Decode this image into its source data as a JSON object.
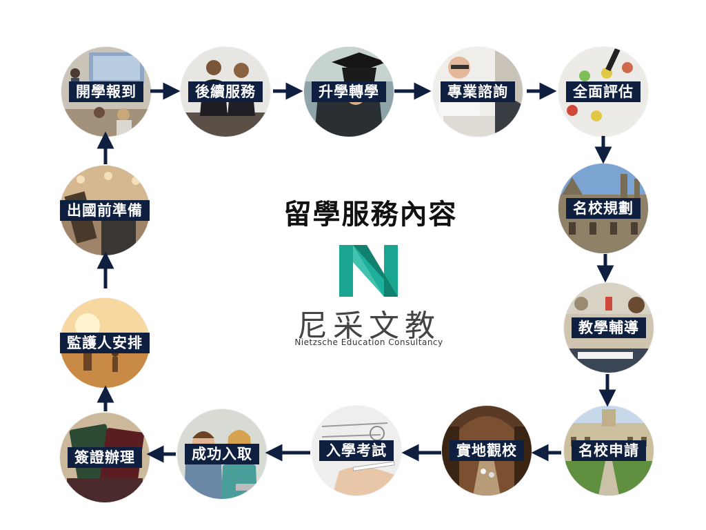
{
  "center": {
    "title": "留學服務內容",
    "brand_cn": "尼采文教",
    "brand_en": "Nietzsche Education Consultancy",
    "logo_color": "#1aa591"
  },
  "colors": {
    "label_bg": "#0f1f3f",
    "arrow": "#0f1f3f"
  },
  "steps": [
    {
      "id": "s1",
      "label": "開學報到",
      "photo": "classroom-photo"
    },
    {
      "id": "s2",
      "label": "後續服務",
      "photo": "business-women-photo"
    },
    {
      "id": "s3",
      "label": "升學轉學",
      "photo": "graduation-cap-photo"
    },
    {
      "id": "s4",
      "label": "專業諮詢",
      "photo": "consultant-photo"
    },
    {
      "id": "s5",
      "label": "全面評估",
      "photo": "survey-faces-photo"
    },
    {
      "id": "s6",
      "label": "名校規劃",
      "photo": "university-building-photo"
    },
    {
      "id": "s7",
      "label": "教學輔導",
      "photo": "students-class-photo"
    },
    {
      "id": "s8",
      "label": "名校申請",
      "photo": "college-campus-photo"
    },
    {
      "id": "s9",
      "label": "實地觀校",
      "photo": "library-photo"
    },
    {
      "id": "s10",
      "label": "入學考試",
      "photo": "exam-paper-photo"
    },
    {
      "id": "s11",
      "label": "成功入取",
      "photo": "happy-kids-photo"
    },
    {
      "id": "s12",
      "label": "簽證辦理",
      "photo": "passport-photo"
    },
    {
      "id": "s13",
      "label": "監護人安排",
      "photo": "beach-family-photo"
    },
    {
      "id": "s14",
      "label": "出國前準備",
      "photo": "airport-photo"
    }
  ]
}
